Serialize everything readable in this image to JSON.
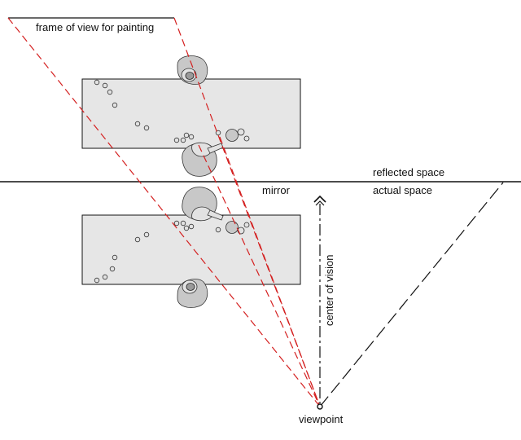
{
  "labels": {
    "frame_of_view": "frame of view for painting",
    "reflected_space": "reflected space",
    "mirror": "mirror",
    "actual_space": "actual space",
    "center_of_vision": "center of vision",
    "viewpoint": "viewpoint"
  },
  "colors": {
    "line": "#111111",
    "sightline_red": "#d42020",
    "table_fill": "#e6e6e6",
    "object_fill": "#c8c8c8"
  }
}
